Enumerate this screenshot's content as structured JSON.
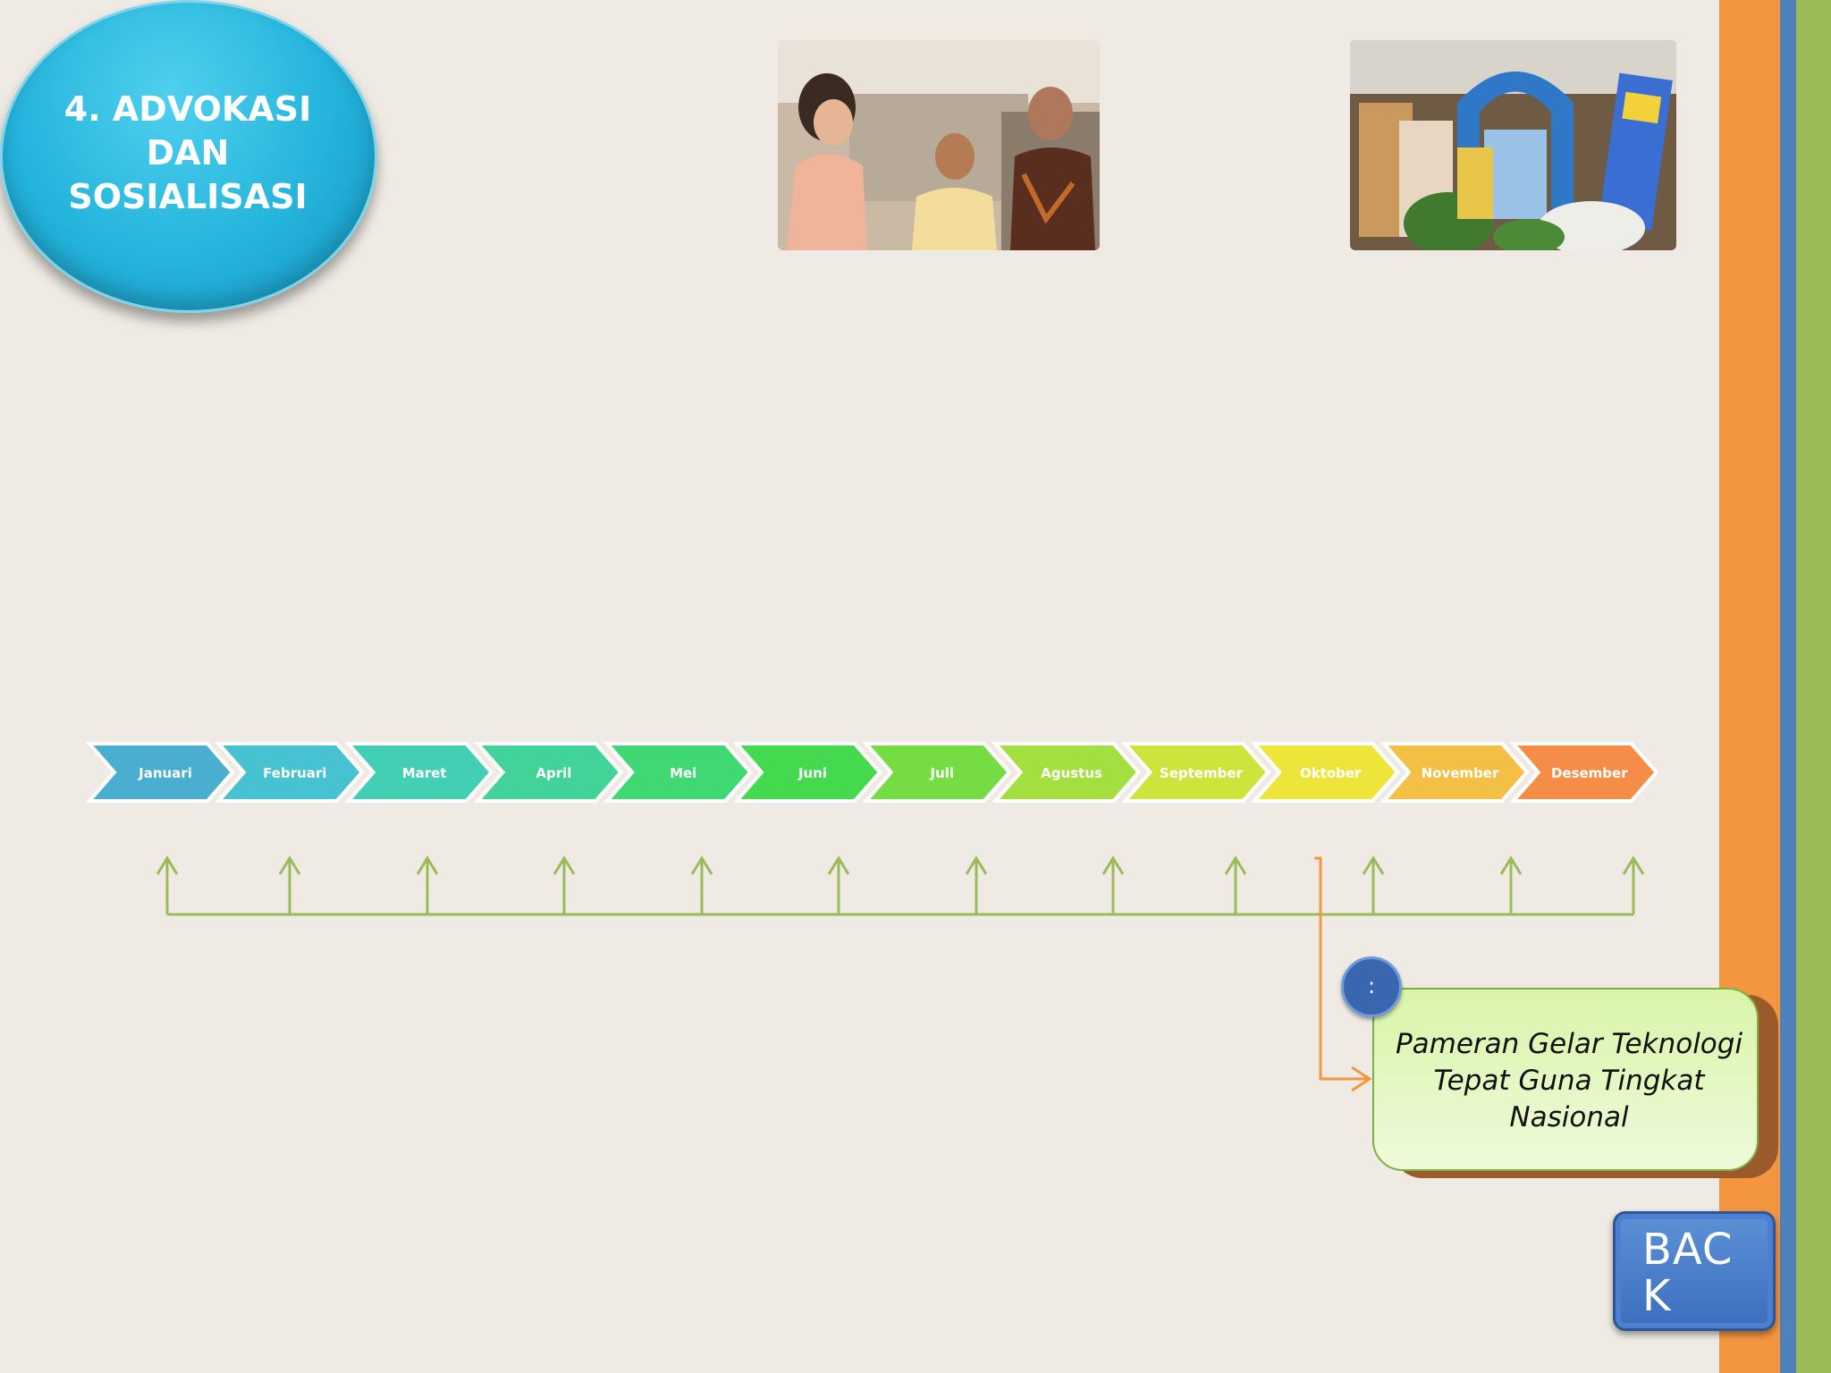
{
  "title": "4. ADVOKASI\nDAN\nSOSIALISASI",
  "timeline": {
    "months": [
      {
        "label": "Januari",
        "color": "#4aaed0"
      },
      {
        "label": "Februari",
        "color": "#46c2d0"
      },
      {
        "label": "Maret",
        "color": "#43cfb4"
      },
      {
        "label": "April",
        "color": "#42d398"
      },
      {
        "label": "Mei",
        "color": "#40d873"
      },
      {
        "label": "Juni",
        "color": "#45d94f"
      },
      {
        "label": "Juli",
        "color": "#76dc44"
      },
      {
        "label": "Agustus",
        "color": "#a4df40"
      },
      {
        "label": "September",
        "color": "#cde43d"
      },
      {
        "label": "Oktober",
        "color": "#ede53a"
      },
      {
        "label": "November",
        "color": "#f3c045"
      },
      {
        "label": "Desember",
        "color": "#f58d48"
      }
    ],
    "connector_color": "#9bbb59",
    "highlight_month": "Oktober",
    "highlight_color": "#f4953f"
  },
  "callout": {
    "marker": ":",
    "text": "Pameran Gelar Teknologi Tepat Guna Tingkat Nasional"
  },
  "back_button": {
    "label": "BACK"
  },
  "colors": {
    "background": "#efebe4",
    "side_orange": "#f4953f",
    "side_blue": "#4f81bd",
    "side_green": "#9bbb59"
  }
}
